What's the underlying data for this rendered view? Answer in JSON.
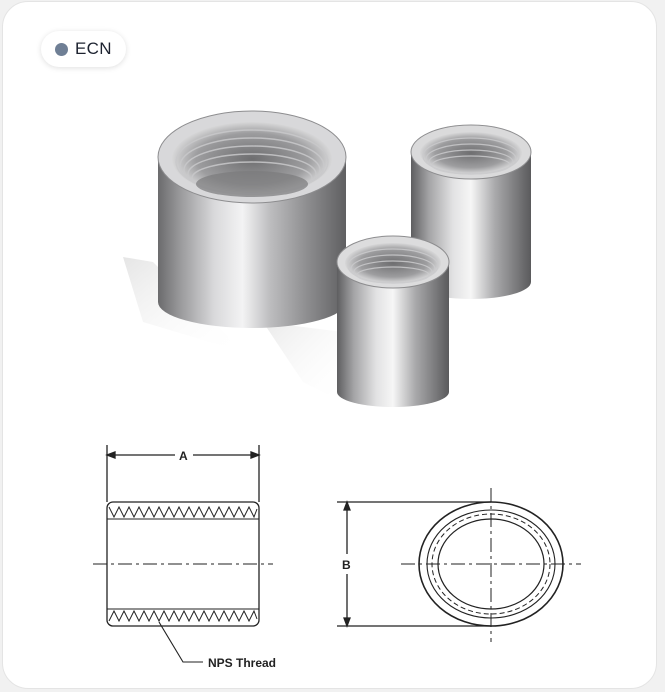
{
  "badge": {
    "label": "ECN",
    "dot_color": "#6f7f95"
  },
  "drawing": {
    "dimension_a": "A",
    "dimension_b": "B",
    "thread_callout": "NPS Thread"
  },
  "product": {
    "image_icon": "pipe-coupling-photo"
  }
}
